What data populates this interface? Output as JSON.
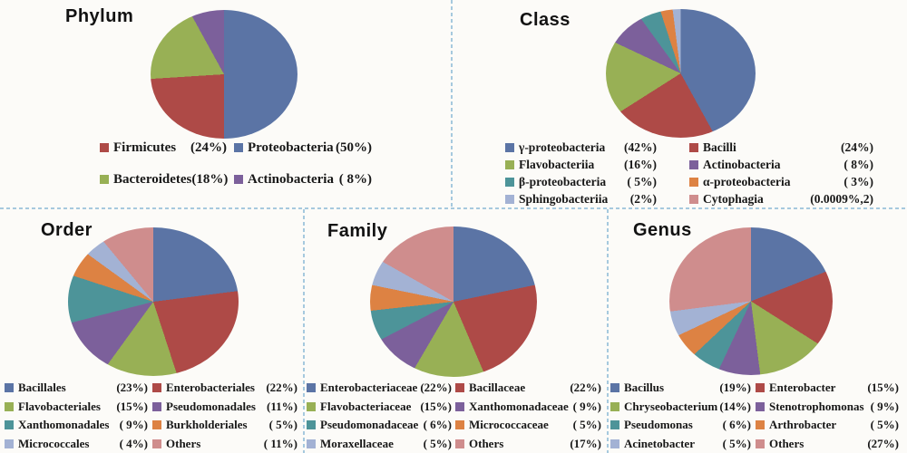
{
  "figure": {
    "background": "#fcfbf8",
    "divider_color": "#a6c9de",
    "palette": {
      "blue": "#5b74a5",
      "red": "#ae4a47",
      "green": "#98b055",
      "purple": "#7c609b",
      "teal": "#4d9499",
      "orange": "#dd8243",
      "lavender": "#a3b2d4",
      "pink": "#cf8d8d"
    }
  },
  "chart_data": [
    {
      "id": "phylum",
      "type": "pie",
      "title": "Phylum",
      "start_angle": 0,
      "direction": "clockwise",
      "legend_position": "bottom",
      "slices": [
        {
          "name": "Proteobacteria",
          "value": 50,
          "color": "#5b74a5"
        },
        {
          "name": "Firmicutes",
          "value": 24,
          "color": "#ae4a47"
        },
        {
          "name": "Bacteroidetes",
          "value": 18,
          "color": "#98b055"
        },
        {
          "name": "Actinobacteria",
          "value": 8,
          "color": "#7c609b"
        }
      ],
      "legend": [
        {
          "label": "Firmicutes",
          "pct": "(24%)",
          "color": "#ae4a47"
        },
        {
          "label": "Proteobacteria",
          "pct": "(50%)",
          "color": "#5b74a5"
        },
        {
          "label": "Bacteroidetes",
          "pct": "(18%)",
          "color": "#98b055"
        },
        {
          "label": "Actinobacteria",
          "pct": "( 8%)",
          "color": "#7c609b"
        }
      ]
    },
    {
      "id": "class",
      "type": "pie",
      "title": "Class",
      "start_angle": 0,
      "direction": "clockwise",
      "legend_position": "bottom",
      "slices": [
        {
          "name": "γ-proteobacteria",
          "value": 42,
          "color": "#5b74a5"
        },
        {
          "name": "Bacilli",
          "value": 24,
          "color": "#ae4a47"
        },
        {
          "name": "Flavobacteriia",
          "value": 16,
          "color": "#98b055"
        },
        {
          "name": "Actinobacteria",
          "value": 8,
          "color": "#7c609b"
        },
        {
          "name": "β-proteobacteria",
          "value": 5,
          "color": "#4d9499"
        },
        {
          "name": "α-proteobacteria",
          "value": 3,
          "color": "#dd8243"
        },
        {
          "name": "Sphingobacteriia",
          "value": 2,
          "color": "#a3b2d4"
        },
        {
          "name": "Cytophagia",
          "value": 0.0009,
          "color": "#cf8d8d"
        }
      ],
      "legend": [
        {
          "label": "γ-proteobacteria",
          "pct": "(42%)",
          "color": "#5b74a5"
        },
        {
          "label": "Bacilli",
          "pct": "(24%)",
          "color": "#ae4a47"
        },
        {
          "label": "Flavobacteriia",
          "pct": "(16%)",
          "color": "#98b055"
        },
        {
          "label": "Actinobacteria",
          "pct": "( 8%)",
          "color": "#7c609b"
        },
        {
          "label": "β-proteobacteria",
          "pct": "( 5%)",
          "color": "#4d9499"
        },
        {
          "label": "α-proteobacteria",
          "pct": "( 3%)",
          "color": "#dd8243"
        },
        {
          "label": "Sphingobacteriia",
          "pct": "(2%)",
          "color": "#a3b2d4"
        },
        {
          "label": "Cytophagia",
          "pct": "(0.0009%,2)",
          "color": "#cf8d8d"
        }
      ]
    },
    {
      "id": "order",
      "type": "pie",
      "title": "Order",
      "start_angle": 0,
      "direction": "clockwise",
      "legend_position": "bottom",
      "slices": [
        {
          "name": "Bacillales",
          "value": 23,
          "color": "#5b74a5"
        },
        {
          "name": "Enterobacteriales",
          "value": 22,
          "color": "#ae4a47"
        },
        {
          "name": "Flavobacteriales",
          "value": 15,
          "color": "#98b055"
        },
        {
          "name": "Pseudomonadales",
          "value": 11,
          "color": "#7c609b"
        },
        {
          "name": "Xanthomonadales",
          "value": 9,
          "color": "#4d9499"
        },
        {
          "name": "Burkholderiales",
          "value": 5,
          "color": "#dd8243"
        },
        {
          "name": "Micrococcales",
          "value": 4,
          "color": "#a3b2d4"
        },
        {
          "name": "Others",
          "value": 11,
          "color": "#cf8d8d"
        }
      ],
      "legend": [
        {
          "label": "Bacillales",
          "pct": "(23%)",
          "color": "#5b74a5"
        },
        {
          "label": "Enterobacteriales",
          "pct": "(22%)",
          "color": "#ae4a47"
        },
        {
          "label": "Flavobacteriales",
          "pct": "(15%)",
          "color": "#98b055"
        },
        {
          "label": "Pseudomonadales",
          "pct": "(11%)",
          "color": "#7c609b"
        },
        {
          "label": "Xanthomonadales",
          "pct": "( 9%)",
          "color": "#4d9499"
        },
        {
          "label": "Burkholderiales",
          "pct": "( 5%)",
          "color": "#dd8243"
        },
        {
          "label": "Micrococcales",
          "pct": "( 4%)",
          "color": "#a3b2d4"
        },
        {
          "label": "Others",
          "pct": "( 11%)",
          "color": "#cf8d8d"
        }
      ]
    },
    {
      "id": "family",
      "type": "pie",
      "title": "Family",
      "start_angle": 0,
      "direction": "clockwise",
      "legend_position": "bottom",
      "slices": [
        {
          "name": "Enterobacteriaceae",
          "value": 22,
          "color": "#5b74a5"
        },
        {
          "name": "Bacillaceae",
          "value": 22,
          "color": "#ae4a47"
        },
        {
          "name": "Flavobacteriaceae",
          "value": 15,
          "color": "#98b055"
        },
        {
          "name": "Xanthomonadaceae",
          "value": 9,
          "color": "#7c609b"
        },
        {
          "name": "Pseudomonadaceae",
          "value": 6,
          "color": "#4d9499"
        },
        {
          "name": "Micrococcaceae",
          "value": 5,
          "color": "#dd8243"
        },
        {
          "name": "Moraxellaceae",
          "value": 5,
          "color": "#a3b2d4"
        },
        {
          "name": "Others",
          "value": 17,
          "color": "#cf8d8d"
        }
      ],
      "legend": [
        {
          "label": "Enterobacteriaceae",
          "pct": "(22%)",
          "color": "#5b74a5"
        },
        {
          "label": "Bacillaceae",
          "pct": "(22%)",
          "color": "#ae4a47"
        },
        {
          "label": "Flavobacteriaceae",
          "pct": "(15%)",
          "color": "#98b055"
        },
        {
          "label": "Xanthomonadaceae",
          "pct": "( 9%)",
          "color": "#7c609b"
        },
        {
          "label": "Pseudomonadaceae",
          "pct": "( 6%)",
          "color": "#4d9499"
        },
        {
          "label": "Micrococcaceae",
          "pct": "( 5%)",
          "color": "#dd8243"
        },
        {
          "label": "Moraxellaceae",
          "pct": "( 5%)",
          "color": "#a3b2d4"
        },
        {
          "label": "Others",
          "pct": "(17%)",
          "color": "#cf8d8d"
        }
      ]
    },
    {
      "id": "genus",
      "type": "pie",
      "title": "Genus",
      "start_angle": 0,
      "direction": "clockwise",
      "legend_position": "bottom",
      "slices": [
        {
          "name": "Bacillus",
          "value": 19,
          "color": "#5b74a5"
        },
        {
          "name": "Enterobacter",
          "value": 15,
          "color": "#ae4a47"
        },
        {
          "name": "Chryseobacterium",
          "value": 14,
          "color": "#98b055"
        },
        {
          "name": "Stenotrophomonas",
          "value": 9,
          "color": "#7c609b"
        },
        {
          "name": "Pseudomonas",
          "value": 6,
          "color": "#4d9499"
        },
        {
          "name": "Arthrobacter",
          "value": 5,
          "color": "#dd8243"
        },
        {
          "name": "Acinetobacter",
          "value": 5,
          "color": "#a3b2d4"
        },
        {
          "name": "Others",
          "value": 27,
          "color": "#cf8d8d"
        }
      ],
      "legend": [
        {
          "label": "Bacillus",
          "pct": "(19%)",
          "color": "#5b74a5"
        },
        {
          "label": "Enterobacter",
          "pct": "(15%)",
          "color": "#ae4a47"
        },
        {
          "label": "Chryseobacterium",
          "pct": "(14%)",
          "color": "#98b055"
        },
        {
          "label": "Stenotrophomonas",
          "pct": "( 9%)",
          "color": "#7c609b"
        },
        {
          "label": "Pseudomonas",
          "pct": "( 6%)",
          "color": "#4d9499"
        },
        {
          "label": "Arthrobacter",
          "pct": "( 5%)",
          "color": "#dd8243"
        },
        {
          "label": "Acinetobacter",
          "pct": "( 5%)",
          "color": "#a3b2d4"
        },
        {
          "label": "Others",
          "pct": "(27%)",
          "color": "#cf8d8d"
        }
      ]
    }
  ]
}
